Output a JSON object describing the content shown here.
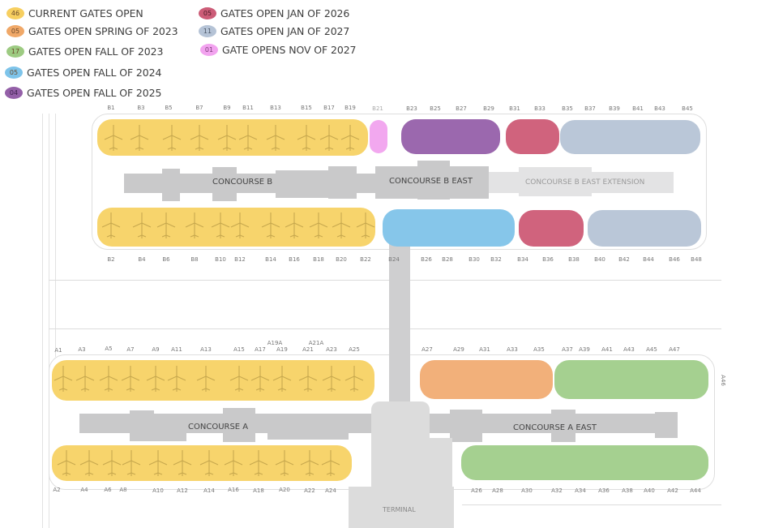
{
  "legend": {
    "items": [
      {
        "count": "46",
        "label": "CURRENT GATES OPEN",
        "color": "#f7cf60"
      },
      {
        "count": "05",
        "label": "GATES OPEN SPRING OF 2023",
        "color": "#f0a868"
      },
      {
        "count": "17",
        "label": "GATES OPEN FALL OF 2023",
        "color": "#9dcb82"
      },
      {
        "count": "05",
        "label": "GATES OPEN FALL OF 2024",
        "color": "#7ec4ea"
      },
      {
        "count": "04",
        "label": "GATES OPEN FALL OF 2025",
        "color": "#9460a8"
      },
      {
        "count": "05",
        "label": "GATES OPEN JAN OF 2026",
        "color": "#cc5c77"
      },
      {
        "count": "11",
        "label": "GATES OPEN JAN OF 2027",
        "color": "#b5c3d6"
      },
      {
        "count": "01",
        "label": "GATE OPENS NOV OF 2027",
        "color": "#f2a3ef"
      }
    ]
  },
  "concourses": {
    "b": "CONCOURSE B",
    "b_east": "CONCOURSE B EAST",
    "b_east_ext": "CONCOURSE B EAST EXTENSION",
    "a": "CONCOURSE A",
    "a_east": "CONCOURSE A EAST",
    "terminal": "TERMINAL"
  },
  "gates": {
    "b_top": [
      "B1",
      "B3",
      "B5",
      "B7",
      "B9",
      "B11",
      "B13",
      "B15",
      "B17",
      "B19",
      "B21",
      "B23",
      "B25",
      "B27",
      "B29",
      "B31",
      "B33",
      "B35",
      "B37",
      "B39",
      "B41",
      "B43",
      "B45"
    ],
    "b_bottom": [
      "B2",
      "B4",
      "B6",
      "B8",
      "B10",
      "B12",
      "B14",
      "B16",
      "B18",
      "B20",
      "B22",
      "B24",
      "B26",
      "B28",
      "B30",
      "B32",
      "B34",
      "B36",
      "B38",
      "B40",
      "B42",
      "B44",
      "B46",
      "B48"
    ],
    "a_top": [
      "A1",
      "A3",
      "A5",
      "A7",
      "A9",
      "A11",
      "A13",
      "A15",
      "A17",
      "A19",
      "A21",
      "A23",
      "A25",
      "A27",
      "A29",
      "A31",
      "A33",
      "A35",
      "A37",
      "A39",
      "A41",
      "A43",
      "A45",
      "A47"
    ],
    "a_top_sub": [
      "A19A",
      "A21A"
    ],
    "a_bottom": [
      "A2",
      "A4",
      "A6",
      "A8",
      "A10",
      "A12",
      "A14",
      "A16",
      "A18",
      "A20",
      "A22",
      "A24",
      "A26",
      "A28",
      "A30",
      "A32",
      "A34",
      "A36",
      "A38",
      "A40",
      "A42",
      "A44"
    ],
    "a_side": "A46"
  }
}
